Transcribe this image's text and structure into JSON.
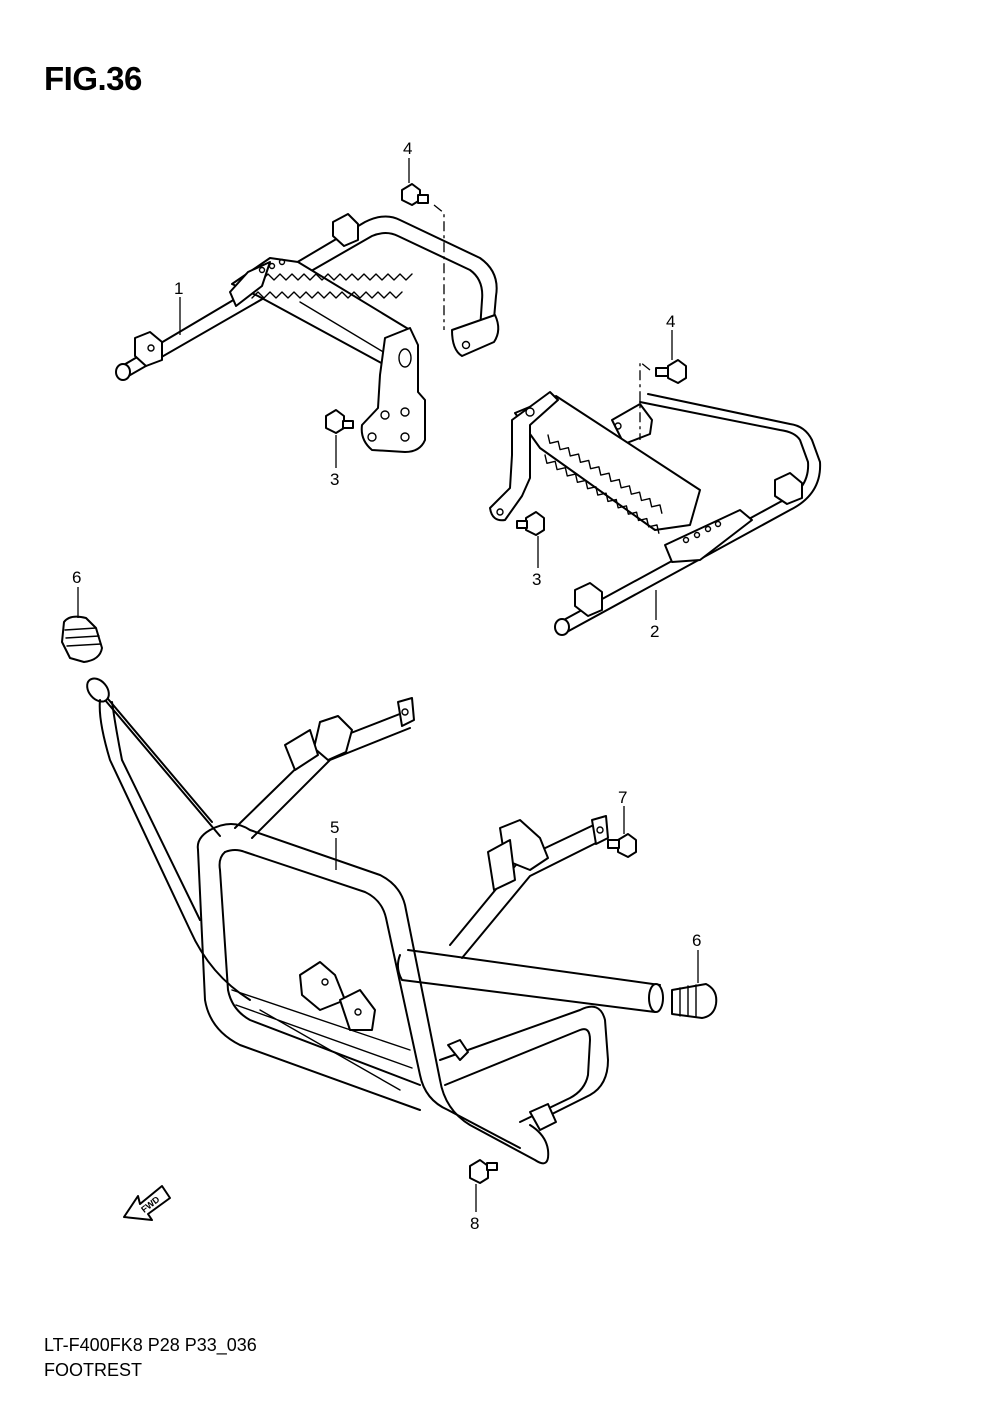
{
  "figure": {
    "title": "FIG.36",
    "model_code": "LT-F400FK8 P28 P33_036",
    "section_name": "FOOTREST"
  },
  "callouts": [
    {
      "id": "callout-1-right-footrest",
      "label": "1"
    },
    {
      "id": "callout-2-left-footrest",
      "label": "2"
    },
    {
      "id": "callout-3-upper-bolt",
      "label": "3"
    },
    {
      "id": "callout-3-lower-bolt",
      "label": "3"
    },
    {
      "id": "callout-4-upper-bolt",
      "label": "4"
    },
    {
      "id": "callout-4-lower-bolt",
      "label": "4"
    },
    {
      "id": "callout-5-front-bumper",
      "label": "5"
    },
    {
      "id": "callout-6-left-cap",
      "label": "6"
    },
    {
      "id": "callout-6-right-cap",
      "label": "6"
    },
    {
      "id": "callout-7-bumper-bolt",
      "label": "7"
    },
    {
      "id": "callout-8-bumper-bolt",
      "label": "8"
    }
  ],
  "fwd_arrow_label": "FWD"
}
